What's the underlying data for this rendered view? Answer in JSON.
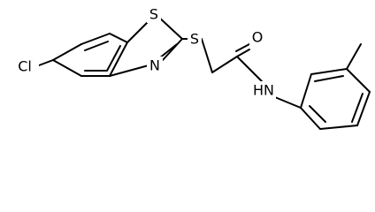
{
  "molecule": {
    "atoms": {
      "cl": "Cl",
      "s_ring": "S",
      "n_ring": "N",
      "s_link": "S",
      "o": "O",
      "nh": "HN"
    }
  }
}
